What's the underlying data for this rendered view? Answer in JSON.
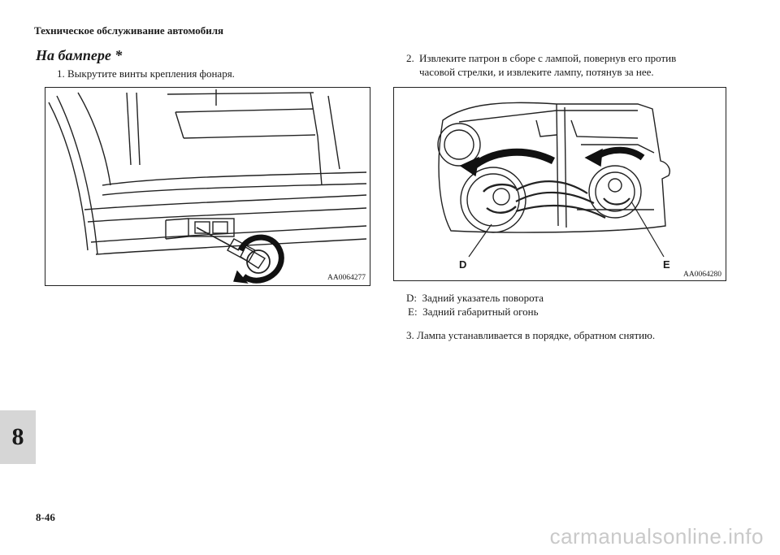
{
  "header": {
    "title": "Техническое обслуживание автомобиля"
  },
  "section": {
    "title": "На бампере *"
  },
  "steps": [
    {
      "num": "1.",
      "text": "Выкрутите винты крепления фонаря."
    },
    {
      "num": "2.",
      "line1": "Извлеките патрон в сборе с лампой, повернув его против",
      "line2": "часовой стрелки, и извлеките лампу, потянув за нее."
    },
    {
      "num": "3.",
      "text": "Лампа устанавливается в порядке, обратном снятию."
    }
  ],
  "figures": {
    "left": {
      "code": "AA0064277"
    },
    "right": {
      "code": "AA0064280",
      "label_d": "D",
      "label_e": "E"
    }
  },
  "legend": [
    {
      "key": "D:",
      "text": "Задний указатель поворота"
    },
    {
      "key": "E:",
      "text": "Задний габаритный огонь"
    }
  ],
  "chapter": {
    "number": "8"
  },
  "footer": {
    "page": "8-46",
    "watermark": "carmanualsonline.info"
  }
}
